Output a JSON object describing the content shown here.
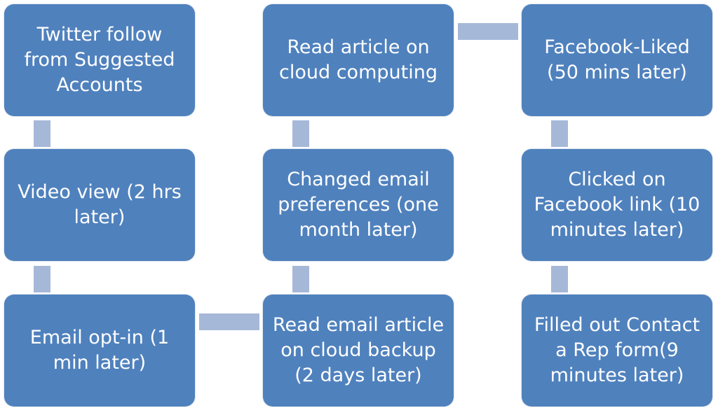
{
  "colors": {
    "node_fill": "#4f81bd",
    "connector": "#a6b8d8",
    "text": "#ffffff",
    "background": "#ffffff"
  },
  "nodes": {
    "twitter_follow": "Twitter follow\nfrom Suggested\nAccounts",
    "video_view": "Video view (2 hrs\nlater)",
    "email_optin": "Email opt-in (1\nmin later)",
    "read_cloud_computing": "Read article on\ncloud computing",
    "changed_email_prefs": "Changed email\npreferences (one\nmonth later)",
    "read_cloud_backup": "Read email article\non cloud backup\n(2 days later)",
    "facebook_liked": "Facebook-Liked\n(50 mins later)",
    "clicked_facebook_link": "Clicked on\nFacebook  link (10\nminutes later)",
    "filled_contact_form": "Filled out Contact\na Rep form(9\nminutes later)"
  }
}
